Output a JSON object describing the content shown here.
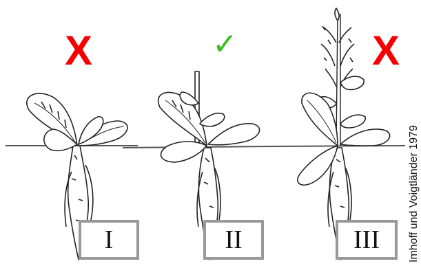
{
  "stages": [
    {
      "label": "I",
      "verdict": "wrong",
      "verdict_symbol": "X"
    },
    {
      "label": "II",
      "verdict": "correct",
      "verdict_symbol": "✓"
    },
    {
      "label": "III",
      "verdict": "wrong",
      "verdict_symbol": "X"
    }
  ],
  "colors": {
    "wrong": "#f40000",
    "correct": "#3cbf1c",
    "frame": "#999999",
    "ground": "#555555",
    "drawing": "#222222"
  },
  "credit": "Imhoff und Voigtländer 1979"
}
